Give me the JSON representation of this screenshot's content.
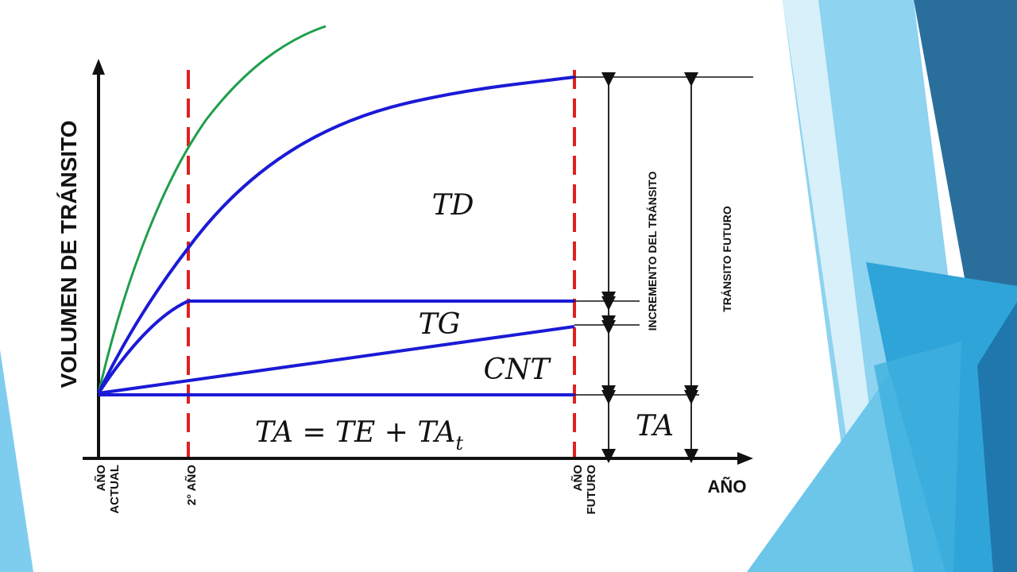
{
  "colors": {
    "axis": "#111111",
    "blue_curve": "#1a1ad6",
    "green_curve": "#1e9e4c",
    "dashed_red": "#e02020",
    "slide_blue_dark": "#2a6f9c",
    "slide_blue_mid": "#2fa4d8",
    "slide_blue_light": "#7fcdee"
  },
  "axes": {
    "y_label": "VOLUMEN DE TRÁNSITO",
    "x_label": "AÑO"
  },
  "x_ticks": {
    "actual": [
      "AÑO",
      "ACTUAL"
    ],
    "second": "2° AÑO",
    "future": [
      "AÑO",
      "FUTURO"
    ]
  },
  "regions": {
    "td": "TD",
    "tg": "TG",
    "cnt": "CNT",
    "ta_formula_main": "TA = TE + TA",
    "ta_formula_sub": "t",
    "ta": "TA"
  },
  "side_labels": {
    "incremento": "INCREMENTO DEL TRÁNSITO",
    "futuro": "TRÁNSITO FUTURO"
  },
  "icons": {
    "arrow_up": "arrow-up-icon",
    "arrow_right": "arrow-right-icon"
  }
}
